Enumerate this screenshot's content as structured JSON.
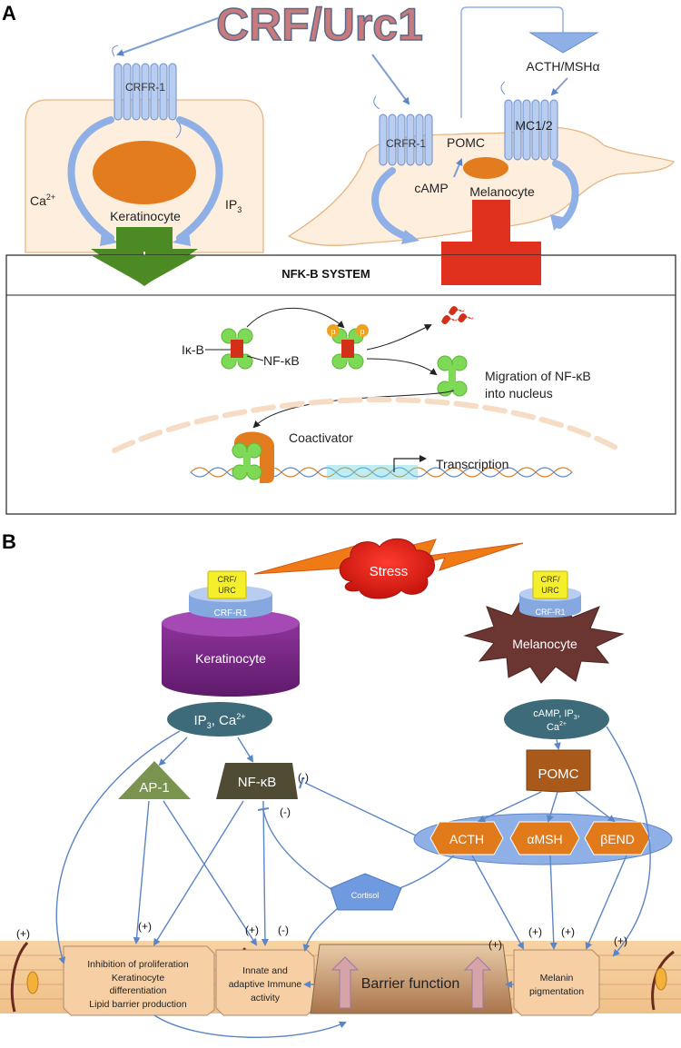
{
  "panel_a": {
    "label": "A",
    "title": "CRF/Urc1",
    "keratinocyte": {
      "receptor": "CRFR-1",
      "cell": "Keratinocyte",
      "ca_base": "Ca",
      "ca_sup": "2+",
      "ip_base": "IP",
      "ip_sub": "3",
      "effect": "+"
    },
    "melanocyte": {
      "receptor": "CRFR-1",
      "pomc": "POMC",
      "camp": "cAMP",
      "cell": "Melanocyte",
      "mc": "MC1/2",
      "acth": "ACTH/MSHα",
      "effect": "-"
    },
    "system_header": "NFK-B SYSTEM",
    "pathway": {
      "ikb": "Iκ-B",
      "nfkb": "NF-κB",
      "p": "p",
      "migration_line1": "Migration of NF-κB",
      "migration_line2": "into nucleus",
      "coactivator": "Coactivator",
      "transcription": "Transcription"
    }
  },
  "panel_b": {
    "label": "B",
    "stress": "Stress",
    "crf_line1": "CRF/",
    "crf_line2": "URC",
    "crf_r1": "CRF-R1",
    "keratinocyte": "Keratinocyte",
    "melanocyte": "Melanocyte",
    "ker_msg_base1": "IP",
    "ker_msg_sub": "3",
    "ker_msg_base2": ", Ca",
    "ker_msg_sup": "2+",
    "mel_msg_line1": "cAMP, IP",
    "mel_msg_sub": "3",
    "mel_msg_line1b": ",",
    "mel_msg_line2": "Ca",
    "mel_msg_sup": "2+",
    "ap1": "AP-1",
    "nfkb": "NF-κB",
    "pomc": "POMC",
    "acth": "ACTH",
    "amsh": "αMSH",
    "bend": "βEND",
    "cortisol": "Cortisol",
    "neg": "(-)",
    "pos": "(+)",
    "box_inhibition": [
      "Inhibition of proliferation",
      "Keratinocyte",
      "differentiation",
      "Lipid barrier production"
    ],
    "box_immune": [
      "Innate and",
      "adaptive Immune",
      "activity"
    ],
    "box_barrier": "Barrier function",
    "box_melanin": [
      "Melanin",
      "pigmentation"
    ]
  },
  "colors": {
    "title_fill": "#c97a7a",
    "title_stroke": "#5a6a8c",
    "receptor": "#b8cdf0",
    "receptor_stroke": "#6b8fc9",
    "nucleus": "#e37c1f",
    "cell_fill": "#fdeedd",
    "cell_stroke": "#e5b684",
    "green_arrow": "#4c8a23",
    "red_block": "#e0301e",
    "nfkb_green": "#7ed957",
    "arrow_blue": "#5b85c4",
    "purple": "#7b2388",
    "brown_star": "#6b3532",
    "teal": "#3e6b7a",
    "ap1": "#7a9450",
    "nfkb_box": "#4f4c33",
    "pomc": "#a9591a",
    "ellipse_blue": "#8fb0e6",
    "hex_orange": "#e07a1a"
  }
}
